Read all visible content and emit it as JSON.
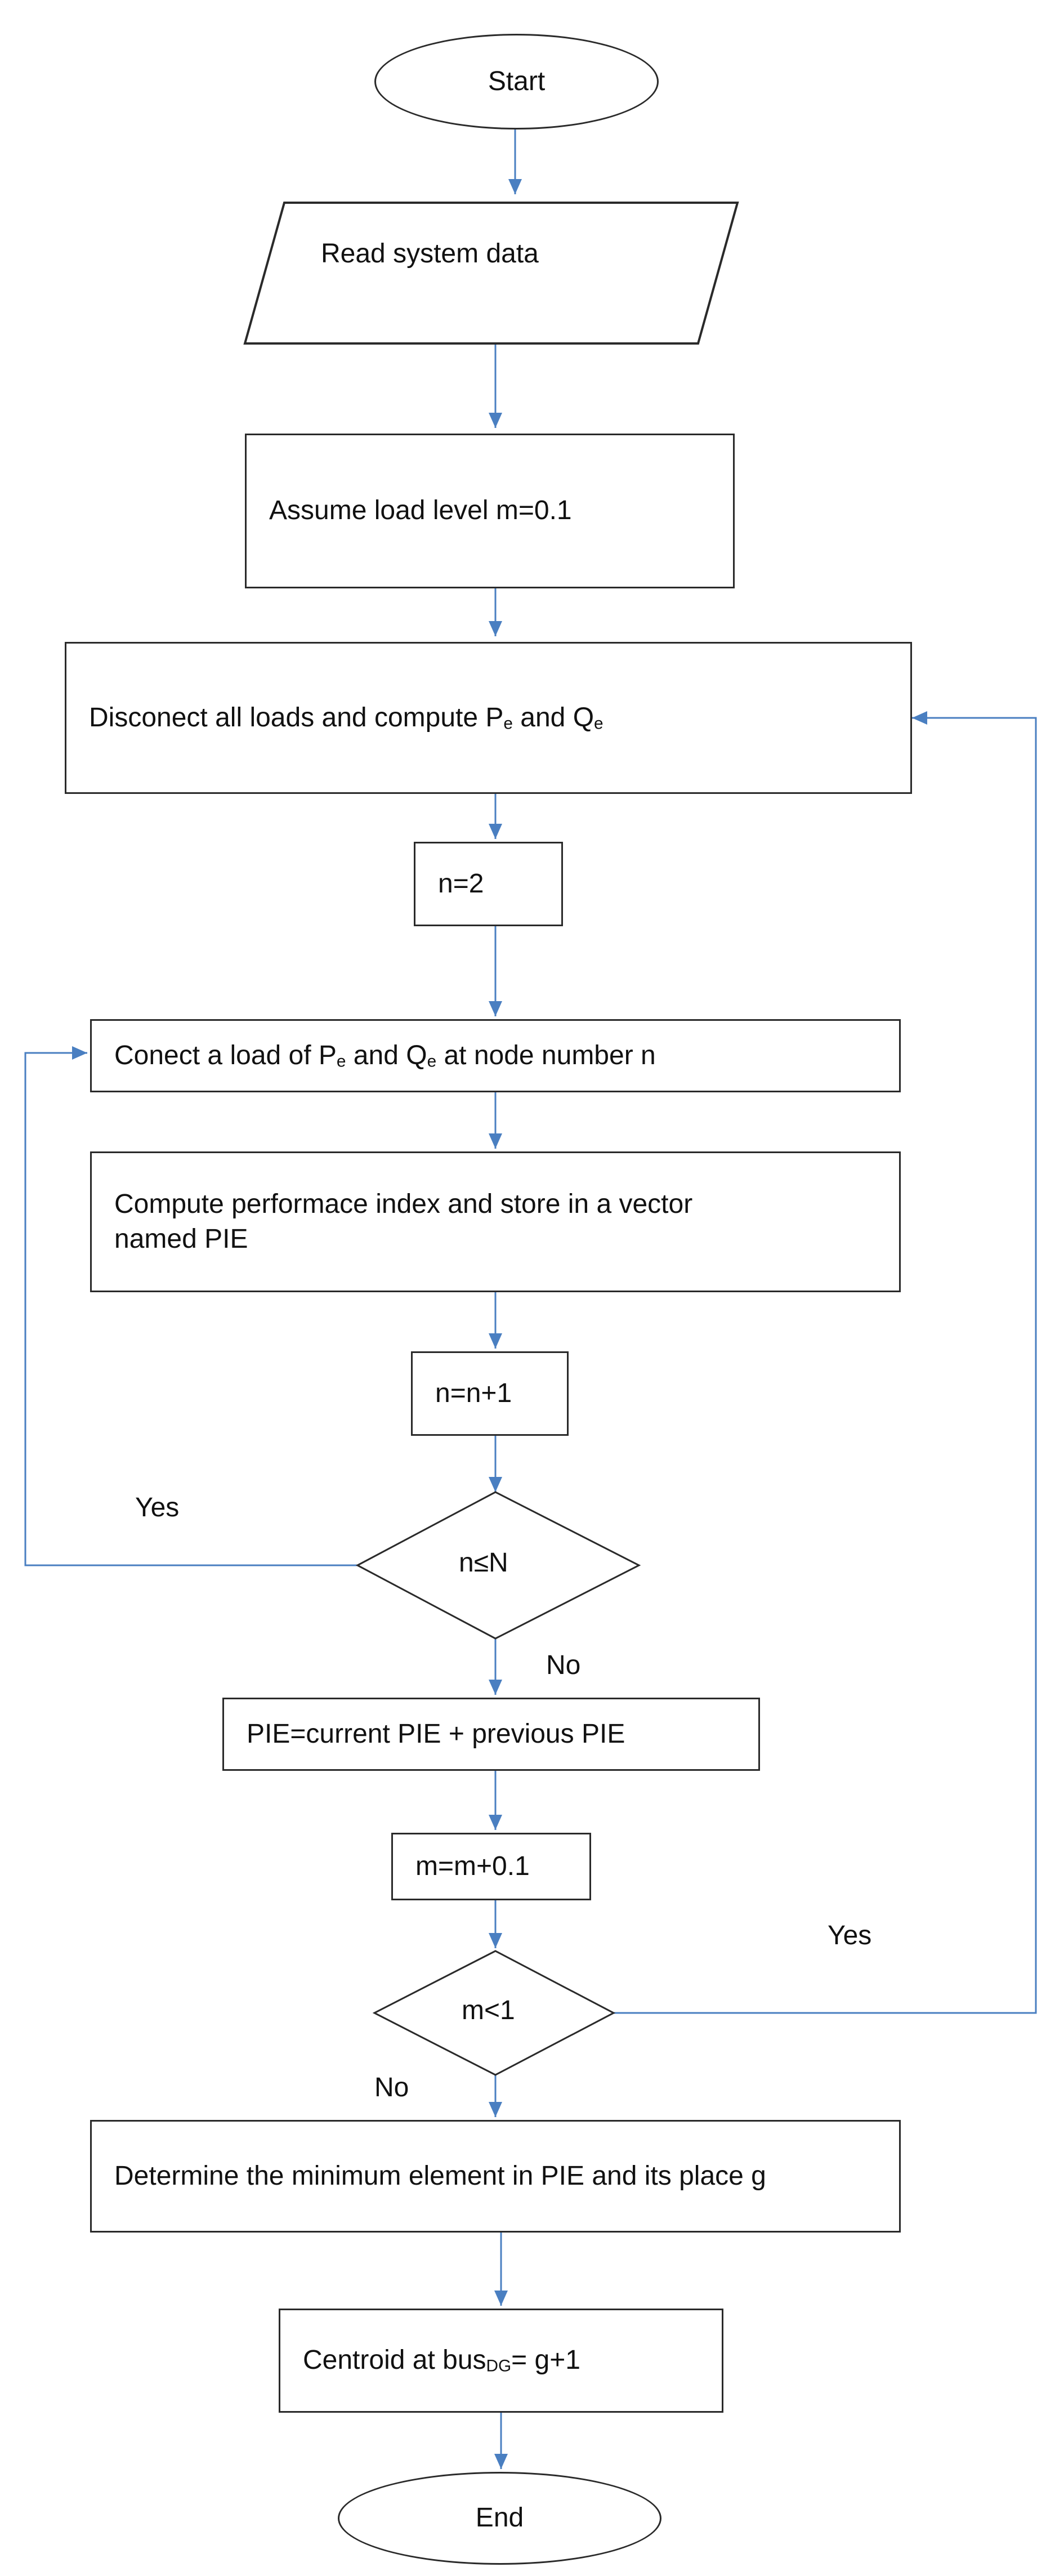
{
  "nodes": {
    "start": "Start",
    "read": "Read system data",
    "assume": "Assume load level m=0.1",
    "disconnect": {
      "before": "Disconect all loads and compute P",
      "sub1": "e",
      "mid": " and Q",
      "sub2": "e"
    },
    "n_init": "n=2",
    "connect": {
      "before": "Conect a load of P",
      "sub1": "e",
      "mid": " and Q",
      "sub2": "e",
      "after": " at node number n"
    },
    "compute": "Compute performace index and store in a vector named PIE",
    "increment_n": "n=n+1",
    "decision_n": "n≤N",
    "pie_sum": "PIE=current PIE + previous PIE",
    "increment_m": "m=m+0.1",
    "decision_m": "m<1",
    "determine": "Determine the minimum element in PIE and its place g",
    "centroid": {
      "before": "Centroid at bus",
      "sub": "DG",
      "after": "= g+1"
    },
    "end": "End"
  },
  "edge_labels": {
    "yes_n": "Yes",
    "no_n": "No",
    "yes_m": "Yes",
    "no_m": "No"
  },
  "colors": {
    "connector": "#4a7fc1",
    "border": "#2a2a2a"
  }
}
